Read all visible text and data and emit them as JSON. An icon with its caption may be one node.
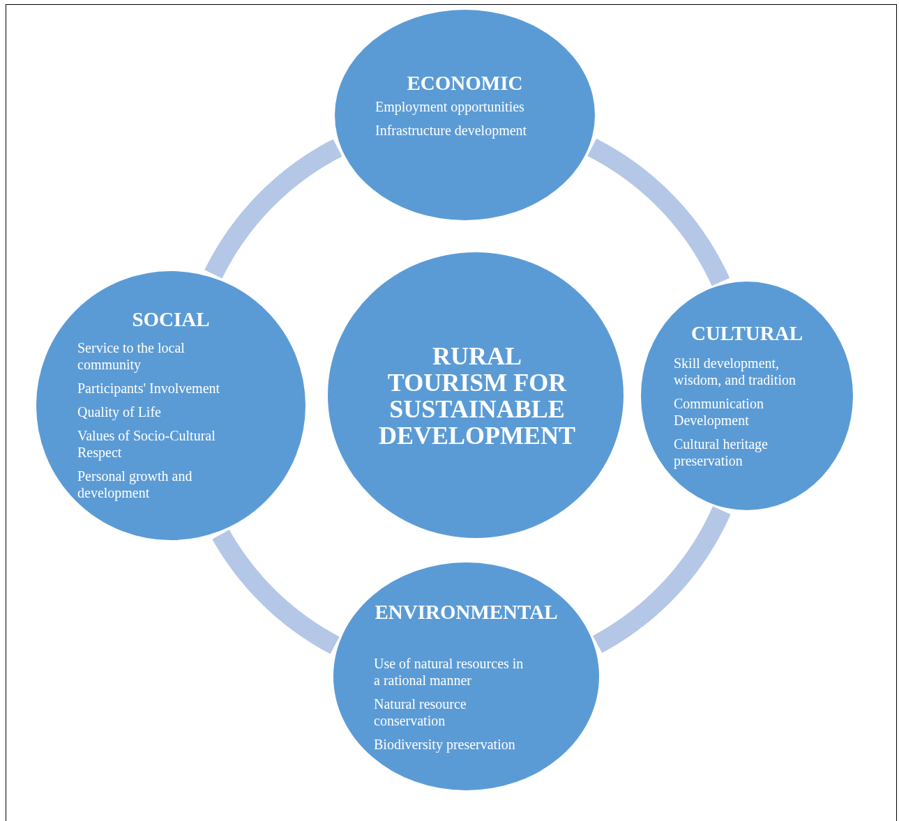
{
  "diagram": {
    "nodes": [
      {
        "text": [
          "ECONOMIC",
          "Employment opportunities",
          "Infrastructure development"
        ]
      },
      {
        "text": [
          "RURAL TOURISM FOR SUSTAINABLE DEVELOPMENT"
        ]
      },
      {
        "text": [
          "SOCIAL",
          "Service to the local community",
          "Participants' Involvement",
          "Quality of Life",
          "Values of Socio-Cultural Respect",
          "Personal growth and development"
        ]
      },
      {
        "text": [
          "CULTURAL",
          "Skill development, wisdom, and tradition",
          "Communication Development",
          "Cultural heritage preservation"
        ]
      },
      {
        "text": [
          "ENVIRONMENTAL",
          "Use of natural resources in a rational manner",
          "Natural resource conservation",
          "Biodiversity preservation"
        ]
      }
    ],
    "edges": [
      {
        "from": 0,
        "to": 3,
        "arrow": "none"
      },
      {
        "from": 3,
        "to": 4,
        "arrow": "none"
      },
      {
        "from": 4,
        "to": 2,
        "arrow": "none"
      },
      {
        "from": 2,
        "to": 0,
        "arrow": "none"
      }
    ]
  }
}
